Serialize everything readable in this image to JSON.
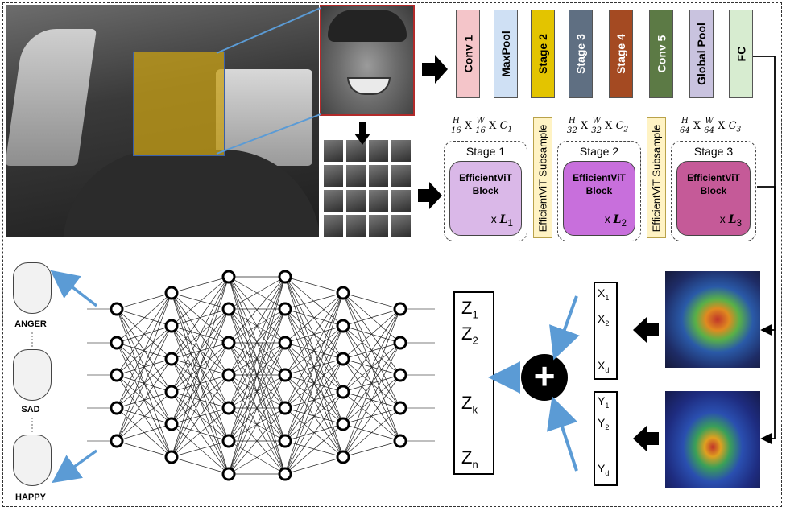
{
  "cnn_layers": [
    {
      "label": "Conv 1",
      "color": "#f4c5c9"
    },
    {
      "label": "MaxPool",
      "color": "#cfe0f4"
    },
    {
      "label": "Stage 2",
      "color": "#e3c400"
    },
    {
      "label": "Stage 3",
      "color": "#5f6f82"
    },
    {
      "label": "Stage 4",
      "color": "#a44a22"
    },
    {
      "label": "Conv 5",
      "color": "#5c7a45"
    },
    {
      "label": "Global Pool",
      "color": "#c9c3df"
    },
    {
      "label": "FC",
      "color": "#d7ecd0"
    }
  ],
  "vit": {
    "dims": [
      {
        "h": "H",
        "hd": "16",
        "w": "W",
        "wd": "16",
        "c": "C",
        "cs": "1"
      },
      {
        "h": "H",
        "hd": "32",
        "w": "W",
        "wd": "32",
        "c": "C",
        "cs": "2"
      },
      {
        "h": "H",
        "hd": "64",
        "w": "W",
        "wd": "64",
        "c": "C",
        "cs": "3"
      }
    ],
    "times": "X",
    "stages": [
      {
        "title": "Stage 1",
        "block": "EfficientViT Block",
        "mult": "x",
        "L": "L",
        "Ls": "1",
        "color": "#dab8e8"
      },
      {
        "title": "Stage 2",
        "block": "EfficientViT Block",
        "mult": "x",
        "L": "L",
        "Ls": "2",
        "color": "#c86fdc"
      },
      {
        "title": "Stage 3",
        "block": "EfficientViT Block",
        "mult": "x",
        "L": "L",
        "Ls": "3",
        "color": "#c55a98"
      }
    ],
    "subsample_label": "EfficientViT Subsample"
  },
  "emotions": [
    "ANGER",
    "SAD",
    "HAPPY"
  ],
  "vector_x": {
    "x1": "X",
    "x1s": "1",
    "x2": "X",
    "x2s": "2",
    "xd": "X",
    "xds": "d"
  },
  "vector_y": {
    "y1": "Y",
    "y1s": "1",
    "y2": "Y",
    "y2s": "2",
    "yd": "Y",
    "yds": "d"
  },
  "vector_z": {
    "z1": "Z",
    "z1s": "1",
    "z2": "Z",
    "z2s": "2",
    "zk": "Z",
    "zks": "k",
    "zn": "Z",
    "zns": "n"
  },
  "plus_symbol": "+",
  "colors": {
    "arrow": "#5b9bd5",
    "face_box": "#c8a014",
    "zoom_border": "#b22a2a"
  }
}
